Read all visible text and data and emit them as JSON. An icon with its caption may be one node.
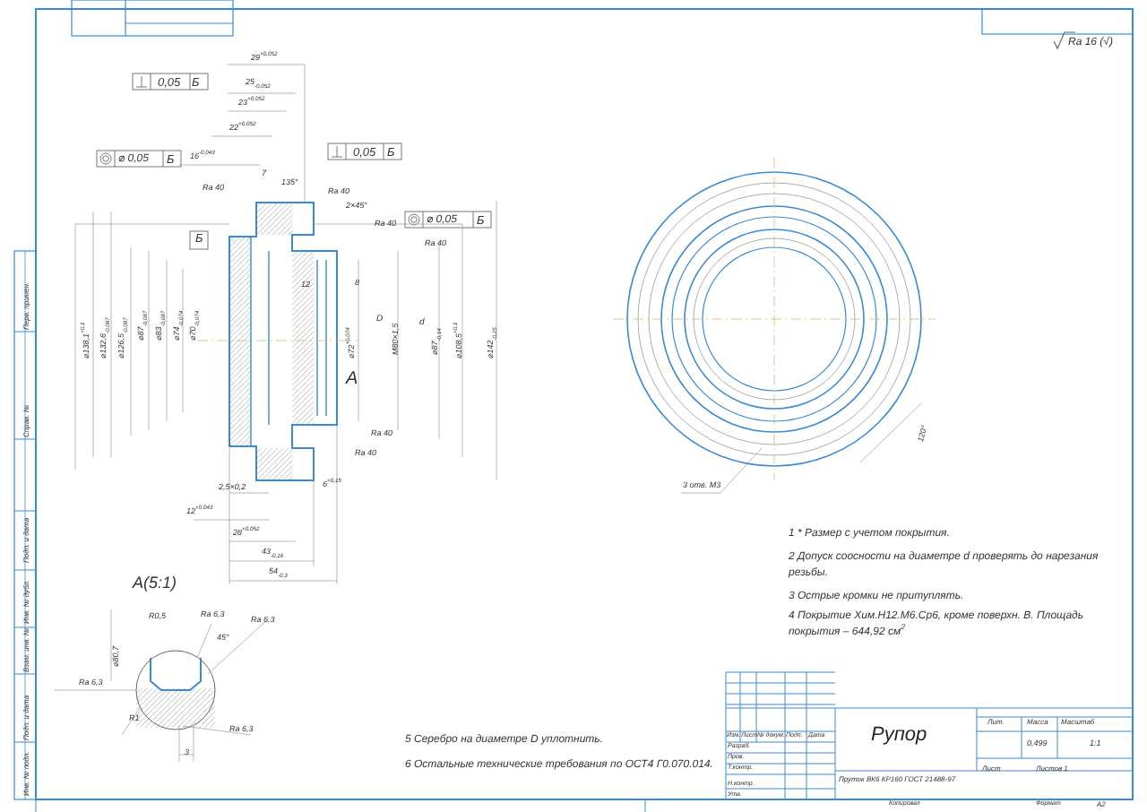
{
  "diagram": {
    "labels": [
      "Ra 16 (√)",
      "0,05",
      "Б",
      "0,05",
      "Б",
      "⌀ 0,05",
      "Б",
      "⌀ 0,05",
      "Б",
      "Б",
      "29$^{+0,052}$",
      "25$_{-0,052}$",
      "23$^{+0,052}$",
      "22$^{+0,052}$",
      "16$^{-0,043}$",
      "7",
      "135°",
      "Ra 40",
      "Ra 40",
      "2×45°",
      "Ra 40",
      "Ra 40",
      "⌀138,1$^{+0,1}$",
      "⌀132,6$_{-0,087}$",
      "⌀126,5$_{-0,087}$",
      "⌀87$_{-0,087}$",
      "⌀83$_{-0,087}$",
      "⌀74$_{-0,074}$",
      "⌀70$_{-0,074}$",
      "⌀72$^{+0,074}$",
      "D",
      "M80×1,5",
      "d",
      "⌀87$_{-0,14}$",
      "⌀108,5$^{+0,1}$",
      "⌀142$_{-0,25}$",
      "12",
      "8",
      "A",
      "Ra 40",
      "Ra 40",
      "2,5×0,2",
      "6$^{+0,15}$",
      "12$^{+0,043}$",
      "28$^{+0,052}$",
      "43$_{-0,16}$",
      "54$_{-0,3}$",
      "A(5:1)",
      "R0,5",
      "Ra 6,3",
      "45°",
      "Ra 6,3",
      "⌀80,7",
      "Ra 6,3",
      "R1",
      "Ra 6,3",
      "3",
      "3 отв. M3",
      "120°",
      "1 * Размер с учетом покрытия.",
      "2 Допуск соосности на диаметре d проверять до нарезания резьбы.",
      "3 Острые кромки не притуплять.",
      "4 Покрытие Хим.Н12.М6.Ср6, кроме поверхн. В. Площадь покрытия – 644,92 см$^{2}$",
      "5 Серебро на диаметре D уплотнить.",
      "6 Остальные технические требования по ОСТ4 Г0.070.014.",
      "Изм.",
      "Лист",
      "№ докум.",
      "Подп.",
      "Дата",
      "Разраб.",
      "Пров.",
      "Т.контр.",
      "Н.контр.",
      "Утв.",
      "Рупор",
      "Лит.",
      "Масса",
      "Масштаб",
      "0,499",
      "1:1",
      "Лист",
      "Листов 1",
      "Пруток ВК6 КР160 ГОСТ 21488-97",
      "Копировал",
      "Формат",
      "А2",
      "Перв. примен.",
      "Справ. №",
      "Подп. и дата",
      "Инв. № дубл.",
      "Взам. инв. №",
      "Подп. и дата",
      "Инв. № подл."
    ]
  }
}
